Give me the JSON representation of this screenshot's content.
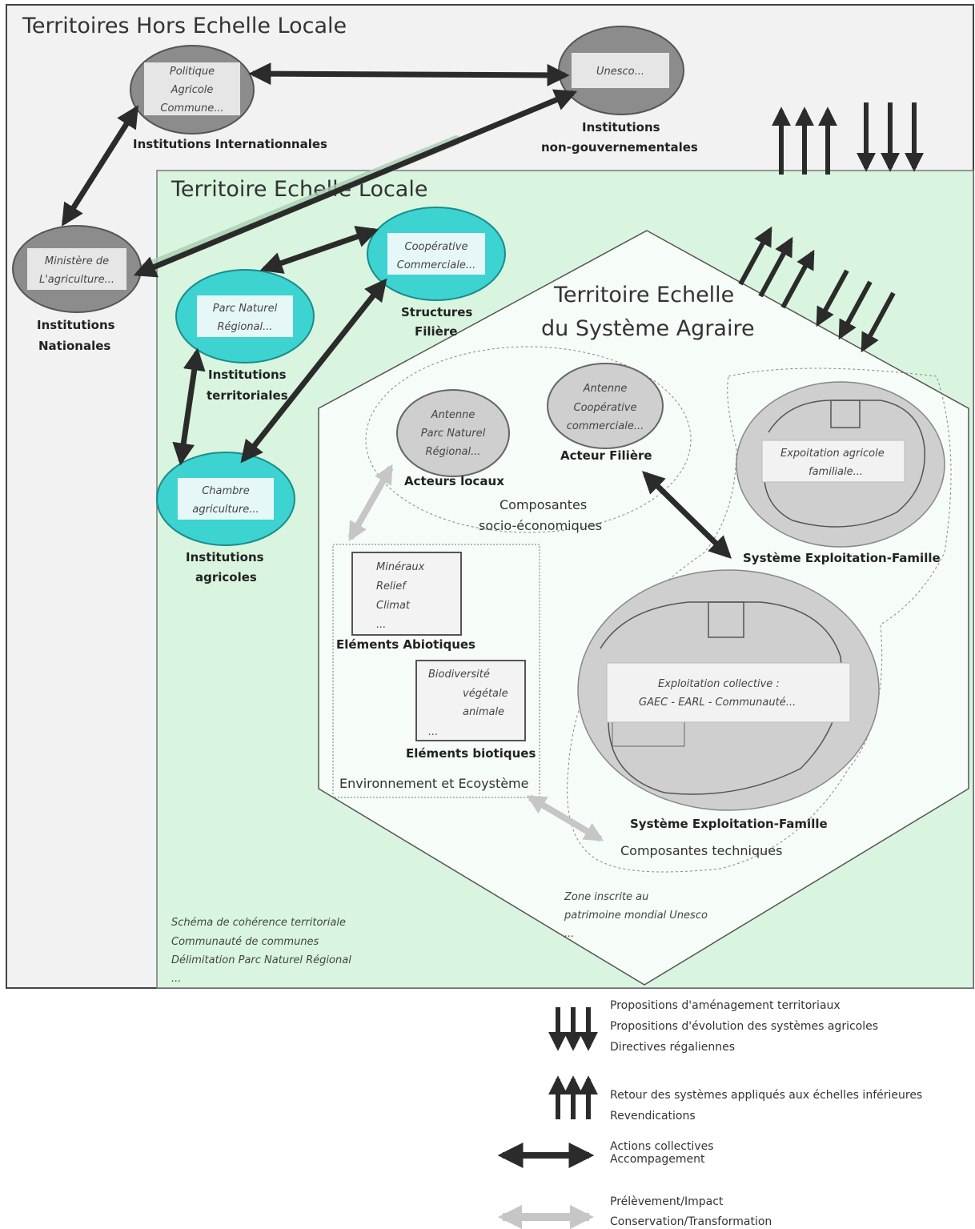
{
  "outer_zone": {
    "title": "Territoires Hors Echelle Locale"
  },
  "local_zone": {
    "title": "Territoire Echelle Locale",
    "notes": [
      "Schéma de cohérence territoriale",
      "Communauté de communes",
      "Délimitation Parc Naturel Régional",
      "..."
    ]
  },
  "agrarian_zone": {
    "title_line1": "Territoire Echelle",
    "title_line2": "du Système Agraire",
    "notes": [
      "Zone inscrite au",
      "patrimoine mondial Unesco",
      "..."
    ]
  },
  "institutions": {
    "pac": {
      "lines": [
        "Politique",
        "Agricole",
        "Commune..."
      ],
      "label": "Institutions Internationnales"
    },
    "unesco": {
      "text": "Unesco...",
      "label_line1": "Institutions",
      "label_line2": "non-gouvernementales"
    },
    "ministere": {
      "lines": [
        "Ministère de",
        "L'agriculture..."
      ],
      "label_line1": "Institutions",
      "label_line2": "Nationales"
    },
    "parc": {
      "lines": [
        "Parc Naturel",
        "Régional..."
      ],
      "label_line1": "Institutions",
      "label_line2": "territoriales"
    },
    "cooperative": {
      "lines": [
        "Coopérative",
        "Commerciale..."
      ],
      "label_line1": "Structures",
      "label_line2": "Filière"
    },
    "chambre": {
      "lines": [
        "Chambre",
        "agriculture..."
      ],
      "label_line1": "Institutions",
      "label_line2": "agricoles"
    }
  },
  "socio": {
    "antenne_parc": {
      "lines": [
        "Antenne",
        "Parc Naturel",
        "Régional..."
      ],
      "label": "Acteurs locaux"
    },
    "antenne_coop": {
      "lines": [
        "Antenne",
        "Coopérative",
        "commerciale..."
      ],
      "label": "Acteur Filière"
    },
    "label_line1": "Composantes",
    "label_line2": "socio-économiques"
  },
  "environment": {
    "abiotic": {
      "lines": [
        "Minéraux",
        "Relief",
        "Climat",
        "..."
      ],
      "label": "Eléments Abiotiques"
    },
    "biotic": {
      "lines": [
        "Biodiversité",
        "végétale",
        "animale",
        "..."
      ],
      "label": "Eléments biotiques"
    },
    "label": "Environnement et Ecoystème"
  },
  "farms": {
    "family": {
      "lines": [
        "Expoitation agricole",
        "familiale..."
      ],
      "label": "Système Exploitation-Famille"
    },
    "collective": {
      "lines": [
        "Exploitation collective :",
        "GAEC - EARL - Communauté..."
      ],
      "label": "Système Exploitation-Famille"
    },
    "techniques_label": "Composantes techniques"
  },
  "legend": {
    "down": [
      "Propositions d'aménagement territoriaux",
      "Propositions d'évolution des systèmes agricoles",
      "Directives régaliennes"
    ],
    "up": [
      "Retour des systèmes appliqués aux échelles inférieures",
      "Revendications"
    ],
    "dark_double": [
      "Actions collectives",
      "Accompagement"
    ],
    "light_double": [
      "Prélèvement/Impact",
      "Conservation/Transformation"
    ]
  },
  "colors": {
    "outer_bg": "#f2f2f2",
    "local_bg": "#d9f5df",
    "agrarian_bg": "#f6fcf7",
    "teal": "#3cd3d0",
    "grey_node": "#8c8c8c",
    "arrow_dark": "#2b2b2b",
    "arrow_light": "#c8c8c8"
  }
}
